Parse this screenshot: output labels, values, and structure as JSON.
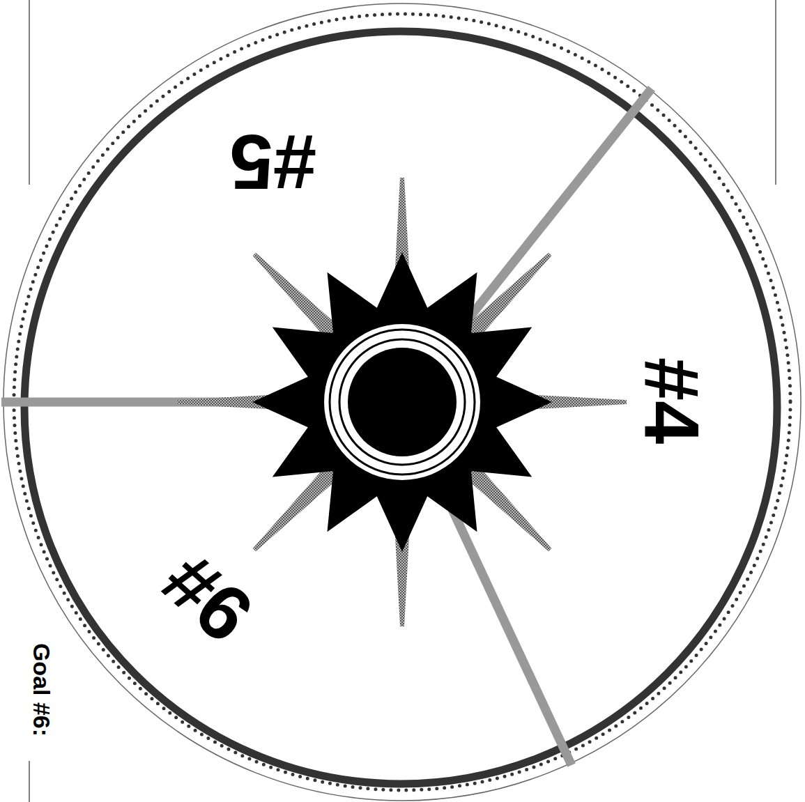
{
  "diagram": {
    "labels": [
      "#5",
      "#4",
      "#6",
      "Goal #6:"
    ]
  }
}
